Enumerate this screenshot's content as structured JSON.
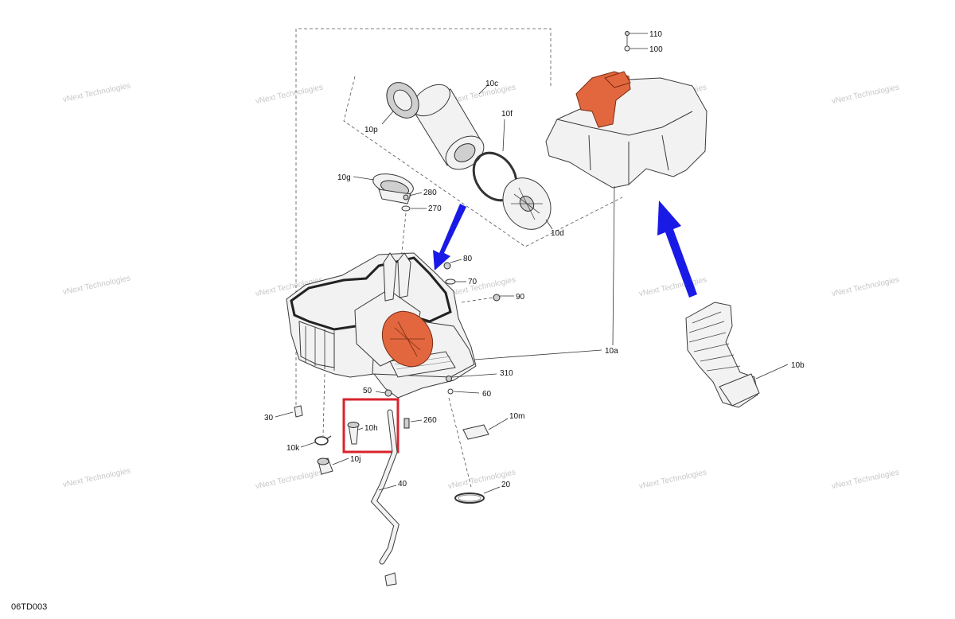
{
  "diagram": {
    "drawing_code": "06TD003",
    "watermark_text": "vNext Technologies",
    "highlight_color": "#d9232d",
    "accent_orange": "#e2673f",
    "arrow_blue": "#1a1ae6",
    "callouts": {
      "c110": "110",
      "c100": "100",
      "c10c": "10c",
      "c10f": "10f",
      "c10p": "10p",
      "c10g": "10g",
      "c280": "280",
      "c270": "270",
      "c10d": "10d",
      "c80": "80",
      "c70": "70",
      "c90": "90",
      "c10a": "10a",
      "c10b": "10b",
      "c310": "310",
      "c60": "60",
      "c50": "50",
      "c30": "30",
      "c10h": "10h",
      "c260": "260",
      "c10m": "10m",
      "c10k": "10k",
      "c10j": "10j",
      "c40": "40",
      "c20": "20"
    }
  }
}
